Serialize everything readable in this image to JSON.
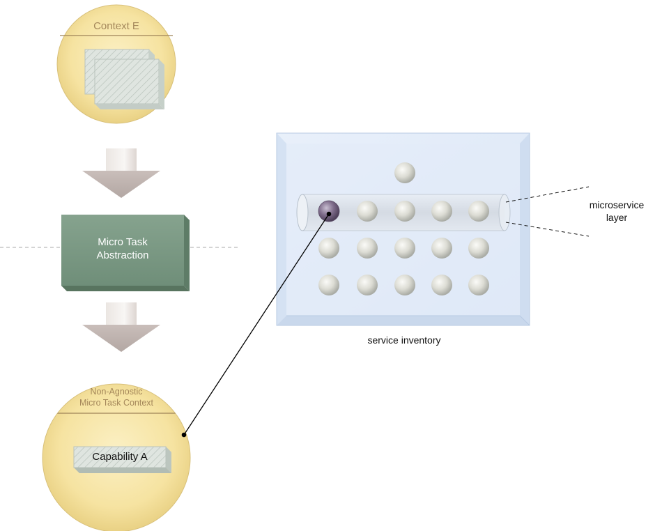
{
  "context_top": {
    "title": "Context E"
  },
  "abstraction": {
    "line1": "Micro Task",
    "line2": "Abstraction"
  },
  "context_bottom": {
    "line1": "Non-Agnostic",
    "line2": "Micro Task Context",
    "capability_label": "Capability A"
  },
  "inventory": {
    "label": "service inventory"
  },
  "layer_label": {
    "line1": "microservice",
    "line2": "layer"
  },
  "colors": {
    "context_fill": "#f7e6a6",
    "context_title": "#a4875a",
    "abstraction_box": "#7e9c86",
    "arrow": "#c7bcb8",
    "inventory_glass": "#dbe8f7",
    "service_ball": "#dcdcd4",
    "selected_ball": "#6b5a78"
  }
}
